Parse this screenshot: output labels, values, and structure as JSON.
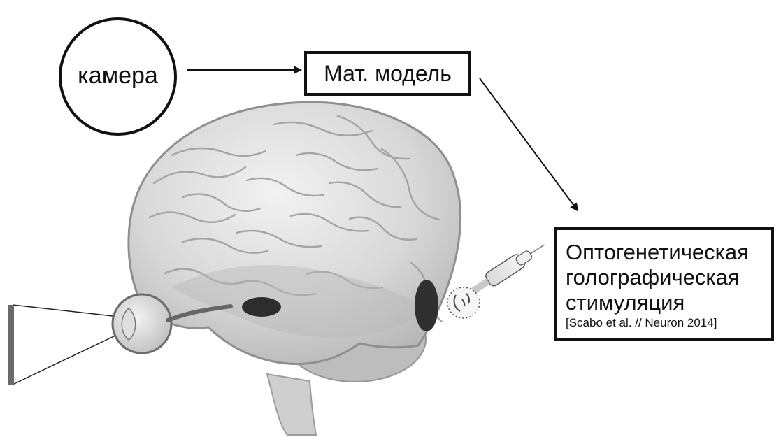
{
  "nodes": {
    "camera": {
      "label": "камера"
    },
    "model": {
      "label": "Мат. модель"
    },
    "stimulation": {
      "line1": "Оптогенетическая",
      "line2": "голографическая",
      "line3": "стимуляция",
      "citation": "[Scabo et al. // Neuron 2014]"
    }
  },
  "edges": [
    {
      "from": "camera",
      "to": "model"
    },
    {
      "from": "model",
      "to": "stimulation"
    }
  ],
  "illustration": {
    "subject": "human-brain-with-eye-visual-pathway",
    "style": "grayscale"
  },
  "colors": {
    "stroke": "#111111",
    "background": "#ffffff"
  }
}
